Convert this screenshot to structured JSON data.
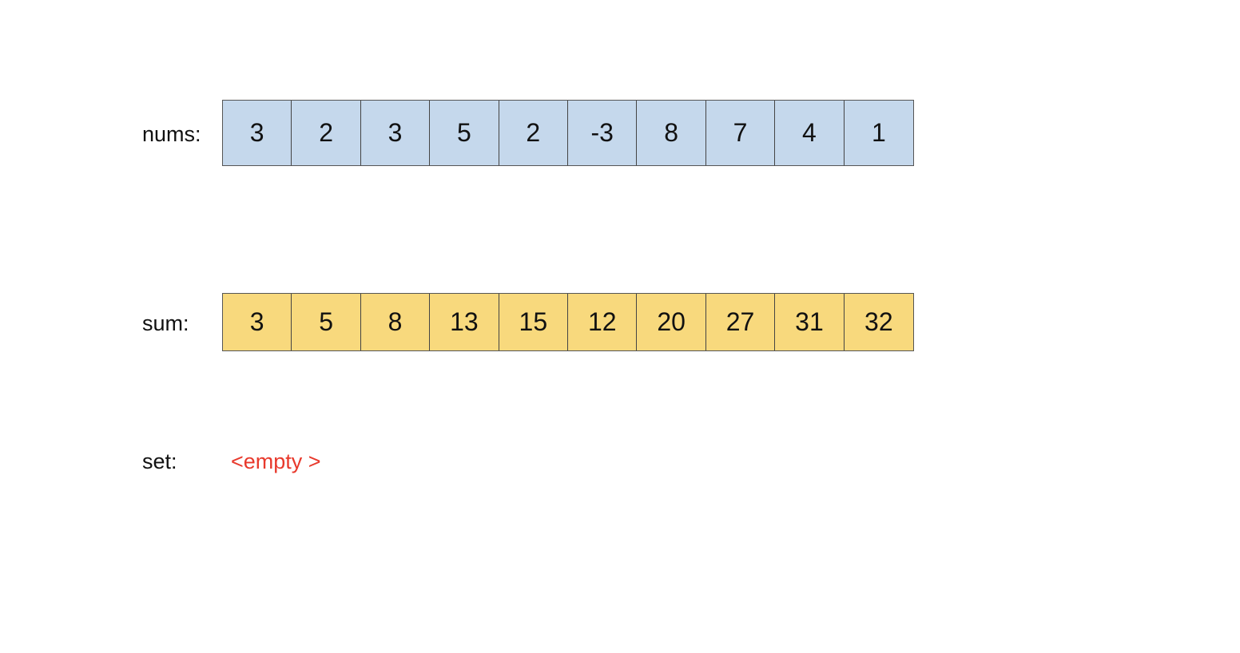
{
  "nums": {
    "label": "nums:",
    "values": [
      "3",
      "2",
      "3",
      "5",
      "2",
      "-3",
      "8",
      "7",
      "4",
      "1"
    ],
    "fill_color": "#c5d8ec"
  },
  "sum": {
    "label": "sum:",
    "values": [
      "3",
      "5",
      "8",
      "13",
      "15",
      "12",
      "20",
      "27",
      "31",
      "32"
    ],
    "fill_color": "#f8d97d"
  },
  "set": {
    "label": "set:",
    "value": "<empty >",
    "value_color": "#e8392c"
  }
}
